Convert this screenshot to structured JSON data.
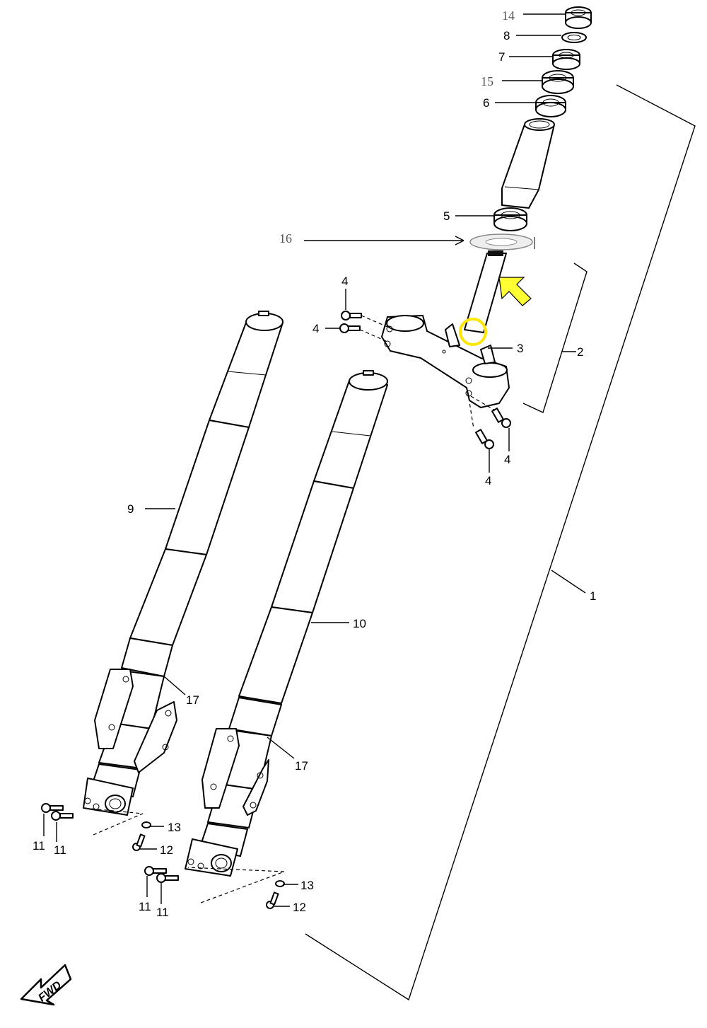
{
  "diagram": {
    "callouts": {
      "c14": "14",
      "c8": "8",
      "c7": "7",
      "c15": "15",
      "c6": "6",
      "c5": "5",
      "c16": "16",
      "c4a": "4",
      "c4b": "4",
      "c4c": "4",
      "c4d": "4",
      "c3": "3",
      "c2": "2",
      "c1": "1",
      "c9": "9",
      "c10": "10",
      "c17a": "17",
      "c17b": "17",
      "c13a": "13",
      "c12a": "12",
      "c11a": "11",
      "c11b": "11",
      "c13b": "13",
      "c12b": "12",
      "c11c": "11",
      "c11d": "11"
    },
    "fwd_badge": "FWD",
    "highlight_color": "#ffe600",
    "arrow_color": "#ffff33"
  }
}
